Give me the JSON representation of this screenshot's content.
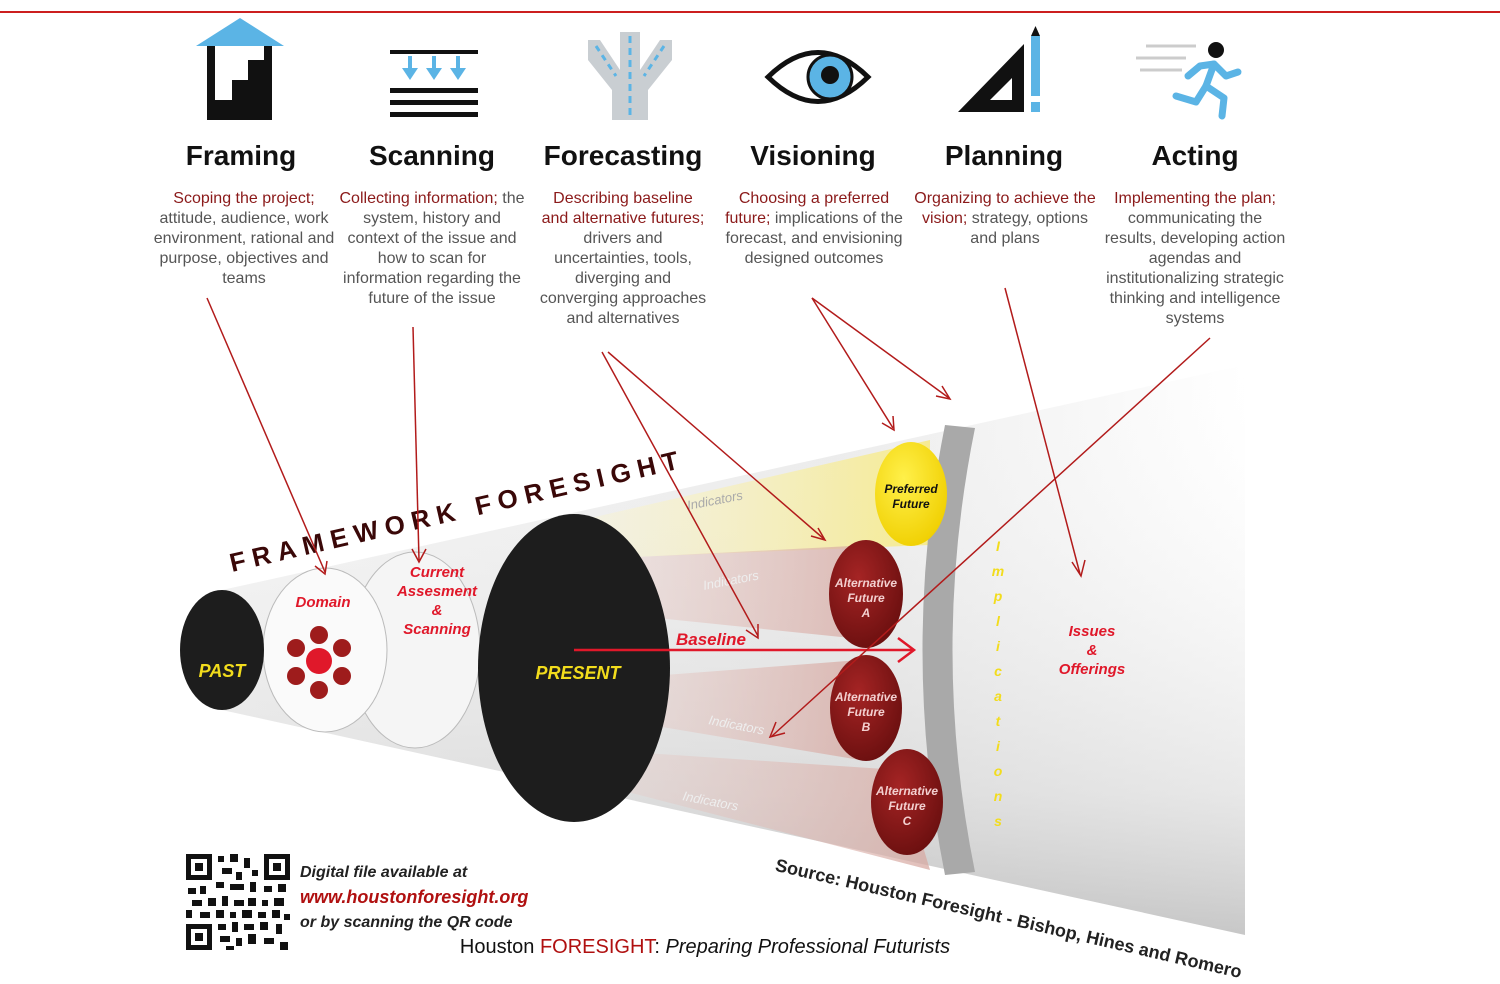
{
  "phases": [
    {
      "title": "Framing",
      "desc_hl": "Scoping the project;",
      "desc_rest": "attitude, audience, work environment, rational and purpose, objectives and teams",
      "icon": "pergola-stairs-icon"
    },
    {
      "title": "Scanning",
      "desc_hl": "Collecting information;",
      "desc_rest": "the system, history and context of the issue and how to scan for information regarding the future of the issue",
      "icon": "arrows-down-lines-icon"
    },
    {
      "title": "Forecasting",
      "desc_hl": "Describing baseline and alternative futures;",
      "desc_rest": "drivers and uncertainties, tools, diverging and converging approaches and alternatives",
      "icon": "branching-road-icon"
    },
    {
      "title": "Visioning",
      "desc_hl": "Choosing a preferred future;",
      "desc_rest": "implications of the forecast, and envisioning designed outcomes",
      "icon": "eye-icon"
    },
    {
      "title": "Planning",
      "desc_hl": "Organizing to achieve the vision;",
      "desc_rest": "strategy, options and plans",
      "icon": "triangle-ruler-pencil-icon"
    },
    {
      "title": "Acting",
      "desc_hl": "Implementing the plan;",
      "desc_rest": "communicating the results, developing action agendas and institutionalizing strategic thinking and intelligence systems",
      "icon": "running-person-icon"
    }
  ],
  "diagram": {
    "banner": "FRAMEWORK FORESIGHT",
    "past": "PAST",
    "domain": "Domain",
    "current_1": "Current",
    "current_2": "Assesment",
    "current_3": "&",
    "current_4": "Scanning",
    "present": "PRESENT",
    "baseline": "Baseline",
    "indicators": "Indicators",
    "preferred_1": "Preferred",
    "preferred_2": "Future",
    "alt_1": "Alternative",
    "alt_2": "Future",
    "alt_a": "A",
    "alt_b": "B",
    "alt_c": "C",
    "implications": "Implications",
    "issues_1": "Issues",
    "issues_2": "&",
    "issues_3": "Offerings"
  },
  "qr": {
    "line1": "Digital file available at",
    "url": "www.houstonforesight.org",
    "line3": "or by scanning the QR code"
  },
  "source": "Source: Houston Foresight - Bishop, Hines and Romero",
  "footer": {
    "pre": "Houston ",
    "brand": "FORESIGHT",
    "colon": ":",
    "sub": " Preparing Professional Futurists"
  },
  "colors": {
    "accent": "#cc1f1f",
    "dark_red": "#8b1a1a",
    "yellow": "#f5dc10",
    "icon_blue": "#5bb4e5"
  }
}
